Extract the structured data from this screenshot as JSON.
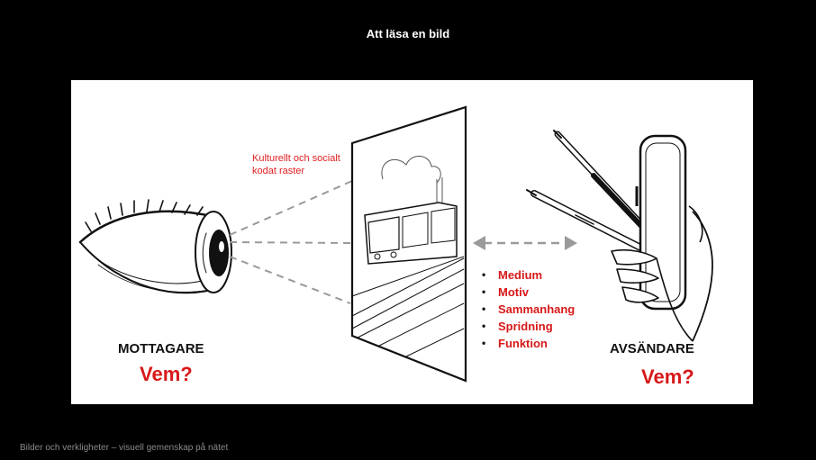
{
  "slide": {
    "title": "Att läsa en bild",
    "footer": "Bilder och verkligheter – visuell gemenskap på nätet"
  },
  "diagram": {
    "caption": "Kulturellt och socialt kodat raster",
    "receiver": {
      "label": "MOTTAGARE",
      "question": "Vem?"
    },
    "sender": {
      "label": "AVSÄNDARE",
      "question": "Vem?"
    },
    "aspects": [
      "Medium",
      "Motiv",
      "Sammanhang",
      "Spridning",
      "Funktion"
    ]
  },
  "icons": {
    "eye": "eye-icon",
    "picture": "train-picture-icon",
    "pens": "pens-icon",
    "hand": "hand-holding-phone-icon",
    "arrow": "double-arrow-icon"
  },
  "colors": {
    "background": "#000000",
    "panel": "#ffffff",
    "accent_red": "#d81818",
    "footer_gray": "#8a8a8a"
  }
}
